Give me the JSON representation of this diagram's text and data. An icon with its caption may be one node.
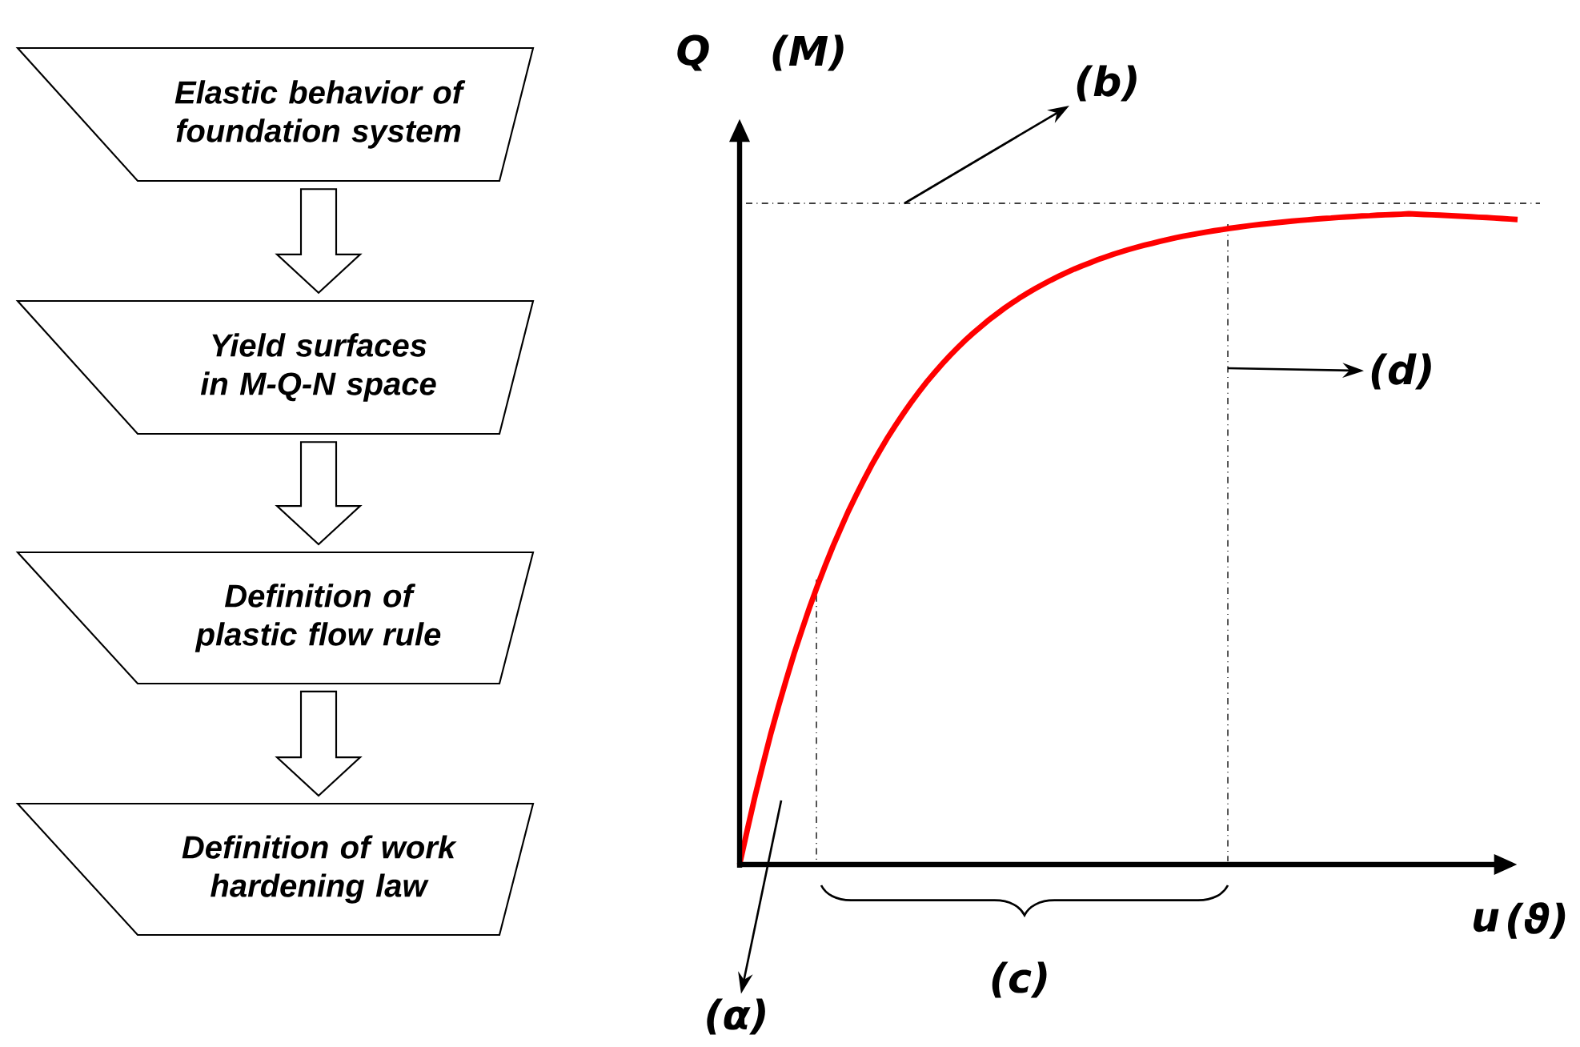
{
  "diagram": {
    "nodes": [
      {
        "text": [
          "Elastic behavior of foundation system"
        ]
      },
      {
        "text": [
          "Yield surfaces in M-Q-N space"
        ]
      },
      {
        "text": [
          "Definition of plastic flow rule"
        ]
      },
      {
        "text": [
          "Definition of work hardening law"
        ]
      },
      {
        "text": [
          "(b)"
        ]
      },
      {
        "text": [
          "(d)"
        ]
      },
      {
        "text": [
          "(α)"
        ]
      }
    ],
    "edges": [
      {
        "from": 0,
        "to": 1,
        "arrow": "to"
      },
      {
        "from": 1,
        "to": 2,
        "arrow": "to"
      },
      {
        "from": 2,
        "to": 3,
        "arrow": "to"
      },
      {
        "from": null,
        "to": 4,
        "arrow": "to"
      },
      {
        "from": null,
        "to": 5,
        "arrow": "to"
      },
      {
        "from": null,
        "to": 6,
        "arrow": "to"
      }
    ],
    "labels": [
      "Q",
      "(M)",
      "(c)",
      "u",
      "(ϑ)"
    ]
  }
}
